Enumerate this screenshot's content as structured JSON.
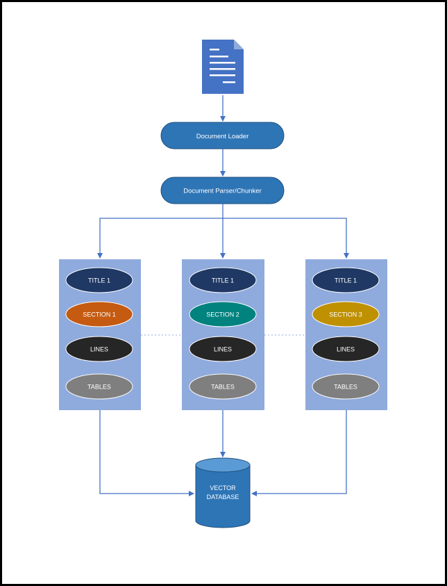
{
  "steps": {
    "loader": "Document Loader",
    "parser": "Document Parser/Chunker"
  },
  "columns": [
    {
      "title": "TITLE 1",
      "section": "SECTION 1",
      "lines": "LINES",
      "tables": "TABLES",
      "section_color": "#c55a11"
    },
    {
      "title": "TITLE 1",
      "section": "SECTION 2",
      "lines": "LINES",
      "tables": "TABLES",
      "section_color": "#00827f"
    },
    {
      "title": "TITLE 1",
      "section": "SECTION 3",
      "lines": "LINES",
      "tables": "TABLES",
      "section_color": "#bf9000"
    }
  ],
  "database": {
    "line1": "VECTOR",
    "line2": "DATABASE"
  },
  "colors": {
    "primary_blue": "#2e75b6",
    "column_bg": "#8faadc",
    "title_ellipse": "#1f3864",
    "lines_ellipse": "#262626",
    "tables_ellipse": "#7f7f7f",
    "arrow": "#4472c4",
    "document_icon": "#4472c4"
  },
  "icons": {
    "document": "document-icon"
  }
}
